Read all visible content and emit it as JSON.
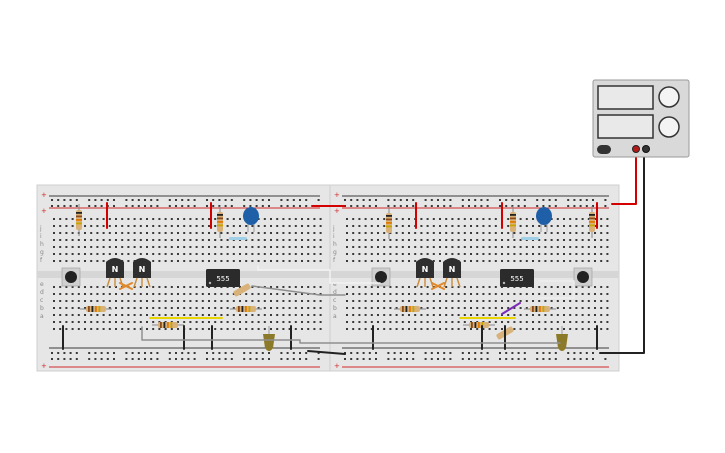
{
  "circuit": {
    "boards": [
      {
        "id": "left-breadboard",
        "chips": [
          "555"
        ],
        "transistor_labels": [
          "N",
          "N"
        ]
      },
      {
        "id": "right-breadboard",
        "chips": [
          "555"
        ],
        "transistor_labels": [
          "N",
          "N"
        ]
      }
    ],
    "rail_symbols": {
      "plus": "+",
      "minus": "−"
    },
    "row_letters_top": [
      "j",
      "i",
      "h",
      "g",
      "f"
    ],
    "row_letters_bottom": [
      "e",
      "d",
      "c",
      "b",
      "a"
    ],
    "colors": {
      "board": "#e6e6e6",
      "board_edge": "#cfcfcf",
      "hole": "#3a3a3a",
      "rail_red": "#d22a2a",
      "rail_blue": "#3b3b3b",
      "wire_red": "#d40000",
      "wire_black": "#222222",
      "wire_grey": "#8f8f8f",
      "wire_white": "#f2f2f2",
      "wire_yellow": "#e8d400",
      "wire_purple": "#7a2bb5",
      "chip": "#2b2b2b",
      "transistor": "#2e2e2e",
      "capacitor_blue": "#1f5fa8",
      "led": "#8a7a2a",
      "psu_body": "#d9d9d9"
    }
  }
}
